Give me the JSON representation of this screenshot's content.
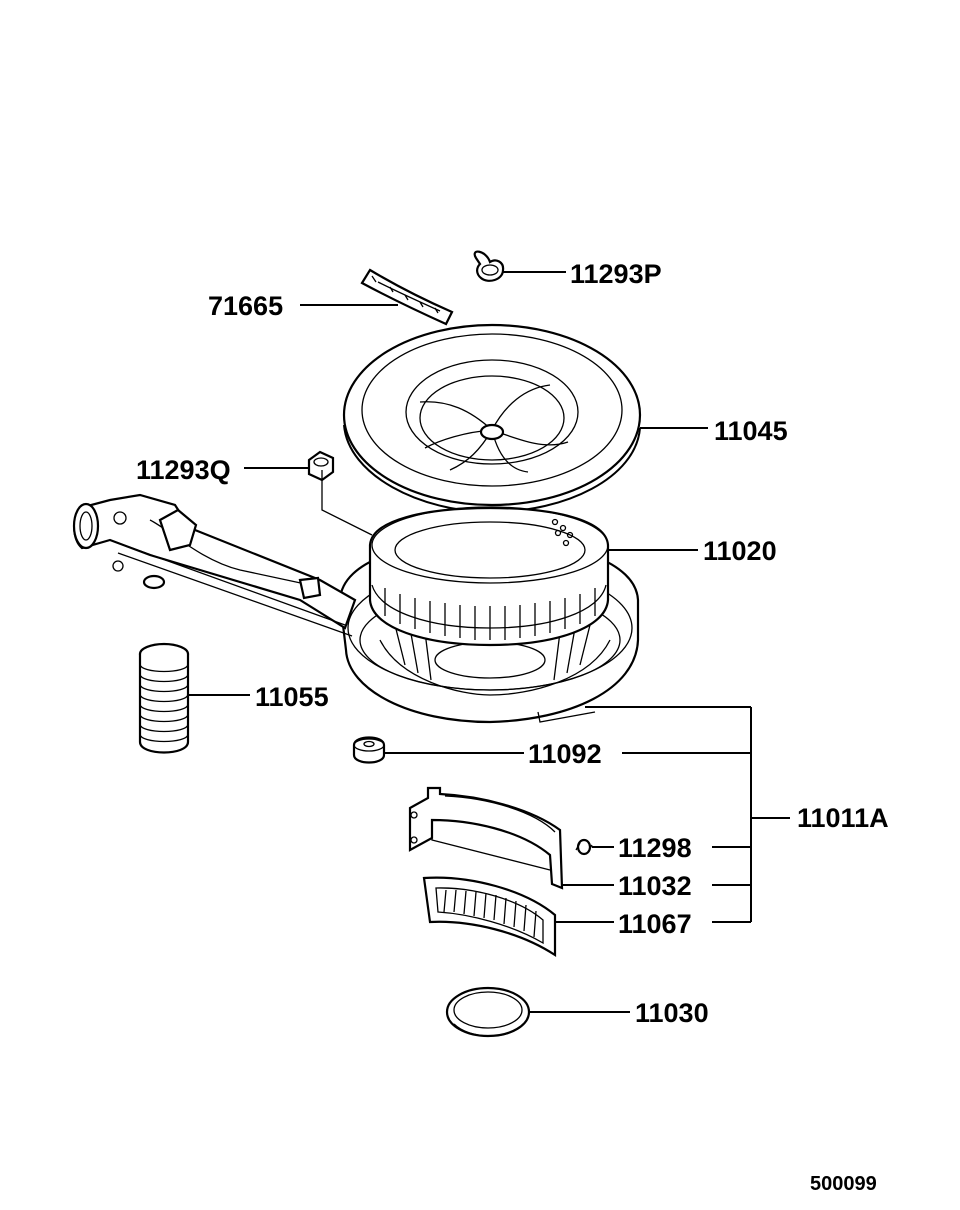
{
  "parts": [
    {
      "id": "p11293P",
      "number": "11293P"
    },
    {
      "id": "p71665",
      "number": "71665"
    },
    {
      "id": "p11045",
      "number": "11045"
    },
    {
      "id": "p11293Q",
      "number": "11293Q"
    },
    {
      "id": "p11020",
      "number": "11020"
    },
    {
      "id": "p11055",
      "number": "11055"
    },
    {
      "id": "p11092",
      "number": "11092"
    },
    {
      "id": "p11011A",
      "number": "11011A"
    },
    {
      "id": "p11298",
      "number": "11298"
    },
    {
      "id": "p11032",
      "number": "11032"
    },
    {
      "id": "p11067",
      "number": "11067"
    },
    {
      "id": "p11030",
      "number": "11030"
    }
  ],
  "figure_number": "500099"
}
